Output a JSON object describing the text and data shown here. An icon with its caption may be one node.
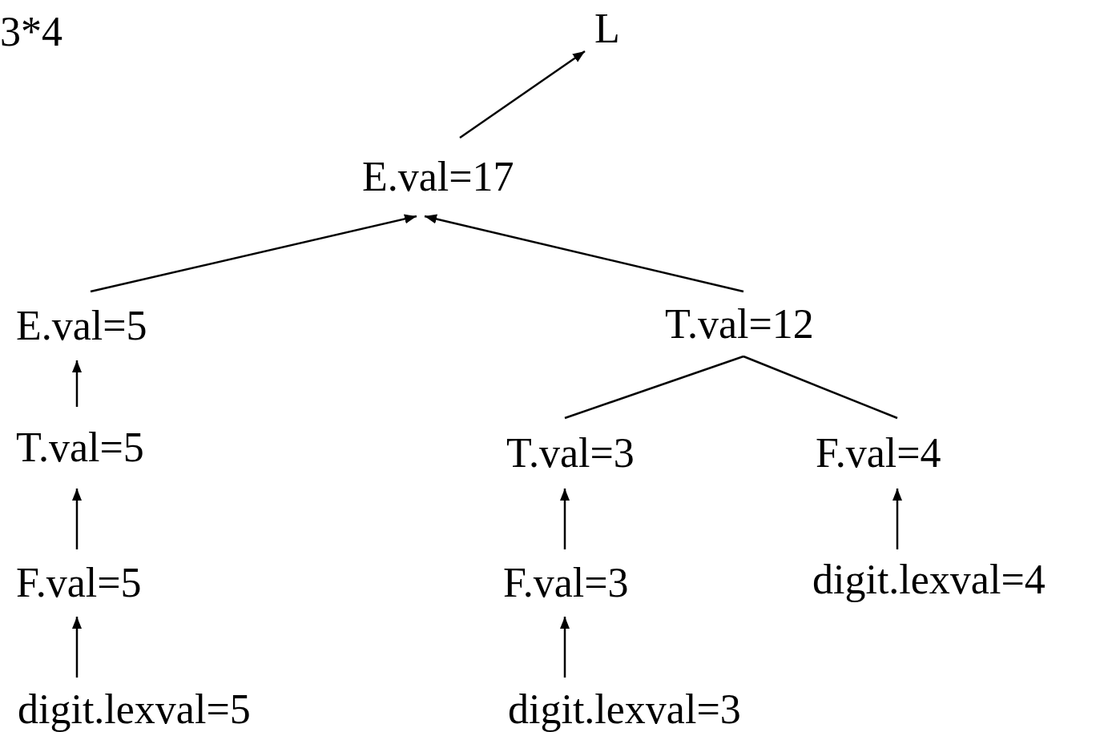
{
  "diagram": {
    "nodes": [
      {
        "text": [
          "L"
        ]
      },
      {
        "text": [
          "E.val=17"
        ]
      },
      {
        "text": [
          "E.val=5"
        ]
      },
      {
        "text": [
          "T.val=12"
        ]
      },
      {
        "text": [
          "T.val=5"
        ]
      },
      {
        "text": [
          "T.val=3"
        ]
      },
      {
        "text": [
          "F.val=4"
        ]
      },
      {
        "text": [
          "F.val=5"
        ]
      },
      {
        "text": [
          "F.val=3"
        ]
      },
      {
        "text": [
          "digit.lexval=5"
        ]
      },
      {
        "text": [
          "digit.lexval=3"
        ]
      },
      {
        "text": [
          "digit.lexval=4"
        ]
      }
    ],
    "edges": [
      {
        "from": 1,
        "to": 0,
        "arrow": "to"
      },
      {
        "from": 2,
        "to": 1,
        "arrow": "to"
      },
      {
        "from": 3,
        "to": 1,
        "arrow": "to"
      },
      {
        "from": 4,
        "to": 2,
        "arrow": "to"
      },
      {
        "from": 3,
        "to": 5,
        "arrow": "none"
      },
      {
        "from": 3,
        "to": 6,
        "arrow": "none"
      },
      {
        "from": 7,
        "to": 4,
        "arrow": "to"
      },
      {
        "from": 8,
        "to": 5,
        "arrow": "to"
      },
      {
        "from": 11,
        "to": 6,
        "arrow": "to"
      },
      {
        "from": 9,
        "to": 7,
        "arrow": "to"
      },
      {
        "from": 10,
        "to": 8,
        "arrow": "to"
      }
    ],
    "labels": [
      "3*4"
    ]
  }
}
